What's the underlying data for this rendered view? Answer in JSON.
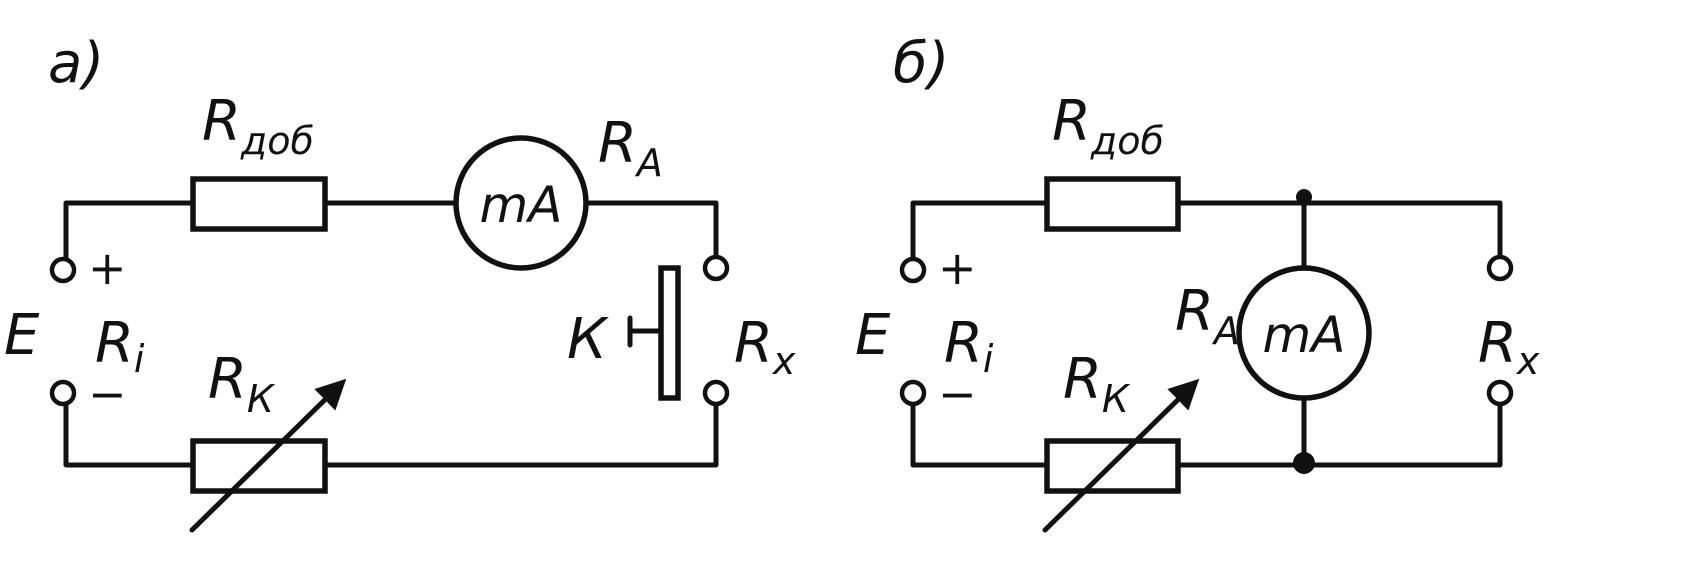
{
  "panel_a": {
    "panel_label": "а)",
    "r_add": {
      "main": "R",
      "sub": "доб"
    },
    "ammeter": "mA",
    "r_a": {
      "main": "R",
      "sub": "A"
    },
    "plus": "+",
    "minus": "−",
    "source": "E",
    "r_internal": {
      "main": "R",
      "sub": "i"
    },
    "r_k": {
      "main": "R",
      "sub": "К"
    },
    "key": "К",
    "r_x": {
      "main": "R",
      "sub": "x"
    }
  },
  "panel_b": {
    "panel_label": "б)",
    "r_add": {
      "main": "R",
      "sub": "доб"
    },
    "ammeter": "mA",
    "r_a": {
      "main": "R",
      "sub": "A"
    },
    "plus": "+",
    "minus": "−",
    "source": "E",
    "r_internal": {
      "main": "R",
      "sub": "i"
    },
    "r_k": {
      "main": "R",
      "sub": "К"
    },
    "r_x": {
      "main": "R",
      "sub": "x"
    }
  }
}
